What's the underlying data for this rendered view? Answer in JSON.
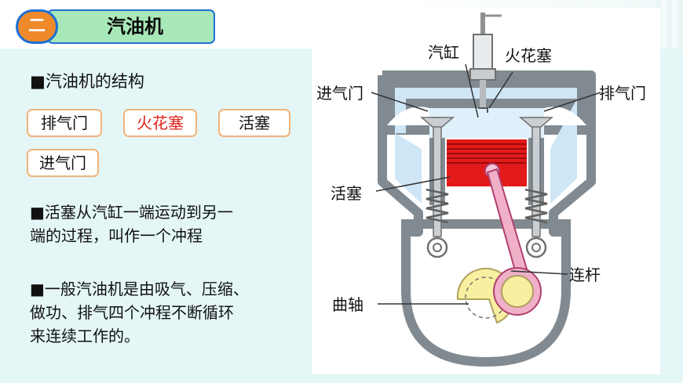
{
  "badge": {
    "text": "二"
  },
  "title": "汽油机",
  "left": {
    "heading": "■汽油机的结构",
    "chips": [
      {
        "label": "排气门",
        "highlight": false
      },
      {
        "label": "火花塞",
        "highlight": true
      },
      {
        "label": "活塞",
        "highlight": false
      },
      {
        "label": "进气门",
        "highlight": false
      }
    ],
    "stroke_definition": [
      "■活塞从汽缸一端运动到另一",
      "端的过程，叫作一个冲程"
    ],
    "cycle_description": [
      "■一般汽油机是由吸气、压缩、",
      "做功、排气四个冲程不断循环",
      "来连续工作的。"
    ]
  },
  "diagram": {
    "labels": {
      "cylinder": "汽缸",
      "spark_plug": "火花塞",
      "intake_valve": "进气门",
      "exhaust_valve": "排气门",
      "piston": "活塞",
      "connecting_rod": "连杆",
      "crankshaft": "曲轴"
    }
  },
  "colors": {
    "badge": "#ee8a2a",
    "title_bar": "#a8e8b8",
    "title_border": "#1d6fd6",
    "chip_border": "#f2b47a",
    "highlight_text": "#e0201c",
    "engine_wall": "#808a90",
    "coolant": "#cfe6f6",
    "piston": "#e31a1a",
    "rod": "#f0b0c8",
    "crank": "#f8f0a0",
    "background_band": "#e4f6f6"
  }
}
